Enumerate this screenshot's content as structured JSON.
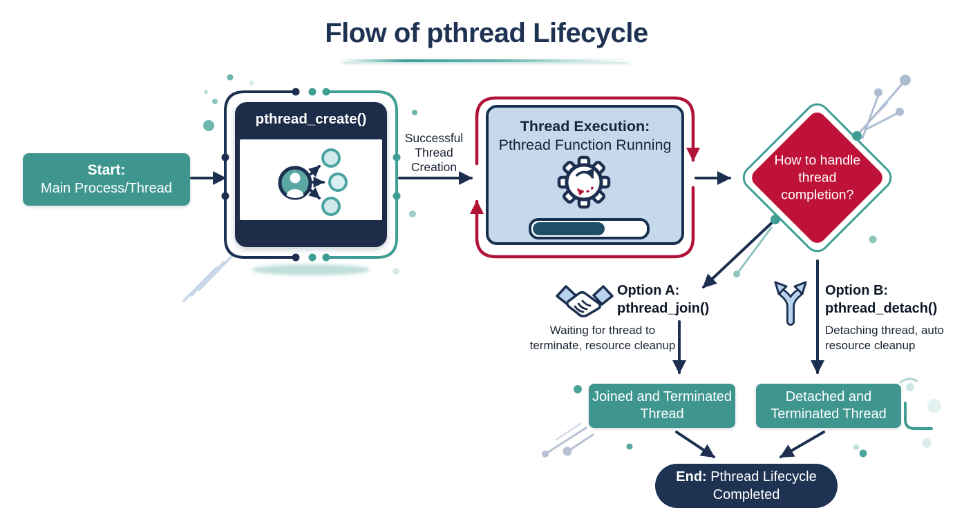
{
  "title": "Flow of pthread Lifecycle",
  "colors": {
    "teal": "#3f968f",
    "teal_accent": "#3f9e94",
    "navy": "#1c2f4f",
    "diamond_red": "#bf1238",
    "loop_red": "#b01238",
    "panel_blue": "#c6d9ec",
    "icon_blue": "#b9d3ee",
    "progress_fill": "#1d5068"
  },
  "icons": {
    "create": "person-split-icon",
    "execution": "gear-icon",
    "option_a": "handshake-icon",
    "option_b": "branch-arrow-icon"
  },
  "nodes": {
    "start": {
      "title": "Start:",
      "subtitle": "Main Process/Thread"
    },
    "create": {
      "header": "pthread_create()"
    },
    "execution": {
      "title": "Thread Execution:",
      "subtitle": "Pthread Function Running"
    },
    "decision": {
      "question": "How to handle thread completion?"
    },
    "option_a": {
      "name": "Option A:",
      "func": "pthread_join()",
      "caption": "Waiting for thread to terminate, resource cleanup"
    },
    "option_b": {
      "name": "Option B:",
      "func": "pthread_detach()",
      "caption": "Detaching thread, auto resource cleanup"
    },
    "joined": {
      "label": "Joined and Terminated Thread"
    },
    "detached": {
      "label": "Detached and Terminated Thread"
    },
    "end": {
      "prefix": "End:",
      "label": "Pthread Lifecycle Completed"
    }
  },
  "edges": {
    "create_to_execution": "Successful Thread Creation"
  }
}
